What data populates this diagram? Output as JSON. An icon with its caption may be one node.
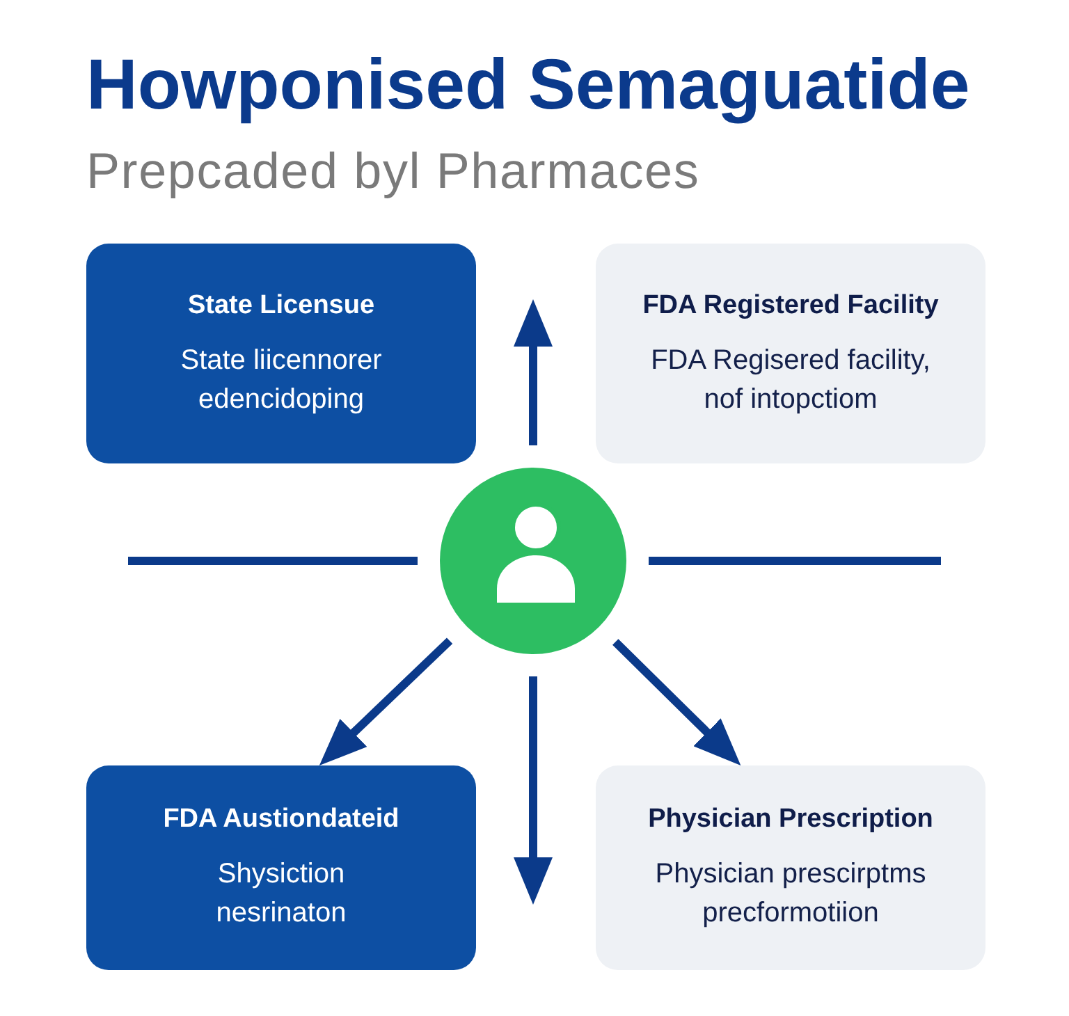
{
  "diagram": {
    "title": "Howponised Semaguatide",
    "nodes": [
      {
        "text": [
          "State Licensue",
          "State liicennorer edencidoping"
        ]
      },
      {
        "text": [
          "FDA Registered Facility",
          "FDA Regisered facility, nof intopctiom"
        ]
      },
      {
        "text": [],
        "shape": "circle"
      },
      {
        "text": [
          "FDA Austiondateid",
          "Shysiction nesrinaton"
        ]
      },
      {
        "text": [
          "Physician Prescription",
          "Physician prescirptms precformotiion"
        ]
      }
    ],
    "edges": [
      {
        "from": 2,
        "to": null,
        "arrow": "to"
      },
      {
        "from": 2,
        "to": null,
        "arrow": "none"
      },
      {
        "from": 2,
        "to": null,
        "arrow": "none"
      },
      {
        "from": 2,
        "to": 3,
        "arrow": "to"
      },
      {
        "from": 2,
        "to": 4,
        "arrow": "to"
      },
      {
        "from": 2,
        "to": null,
        "arrow": "to"
      }
    ],
    "labels": [
      "Prepcaded byl Pharmaces"
    ]
  }
}
